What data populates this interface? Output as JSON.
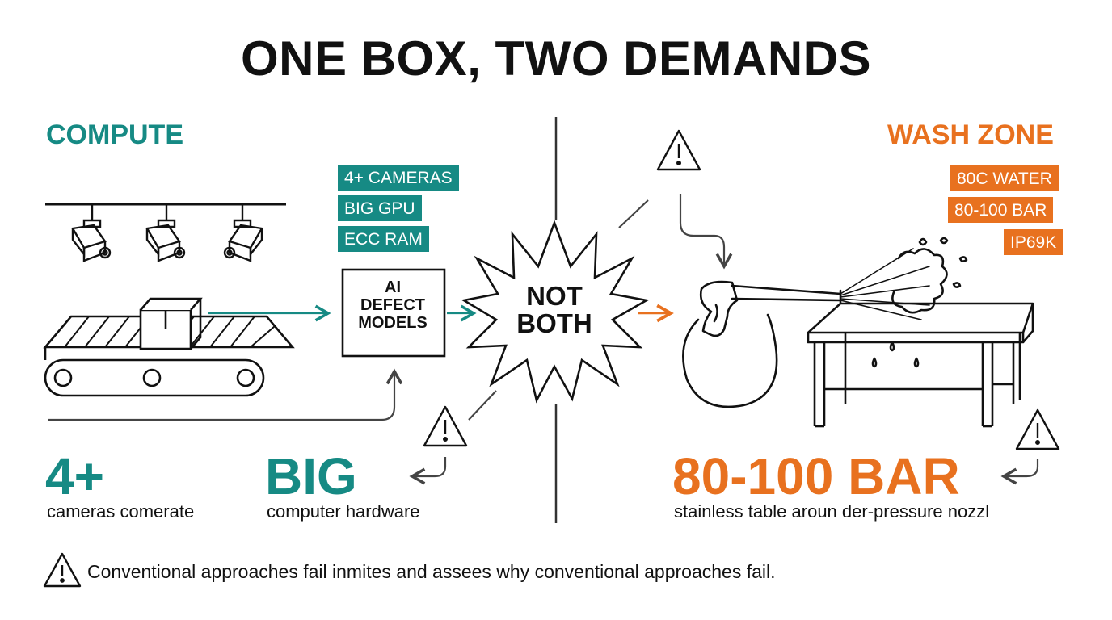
{
  "title": "ONE BOX, TWO DEMANDS",
  "compute": {
    "heading": "COMPUTE",
    "tags": [
      "4+ CAMERAS",
      "BIG GPU",
      "ECC RAM"
    ],
    "box_label": "AI\nDEFECT\nMODELS",
    "stats": [
      {
        "value": "4+",
        "caption": "cameras comerate"
      },
      {
        "value": "BIG",
        "caption": "computer hardware"
      }
    ]
  },
  "center": {
    "label": "NOT\nBOTH"
  },
  "wash": {
    "heading": "WASH ZONE",
    "tags": [
      "80C WATER",
      "80-100 BAR",
      "IP69K"
    ],
    "stat": {
      "value": "80-100 BAR",
      "caption": "stainless table aroun der-pressure nozzl"
    }
  },
  "footer": "Conventional approaches fail inmites and assees why conventional approaches fail.",
  "colors": {
    "teal": "#168a84",
    "orange": "#e8711f",
    "ink": "#111111"
  },
  "icons": [
    "camera-icon",
    "box-icon",
    "conveyor-icon",
    "warning-icon",
    "pressure-washer-icon",
    "table-icon",
    "burst-icon"
  ]
}
